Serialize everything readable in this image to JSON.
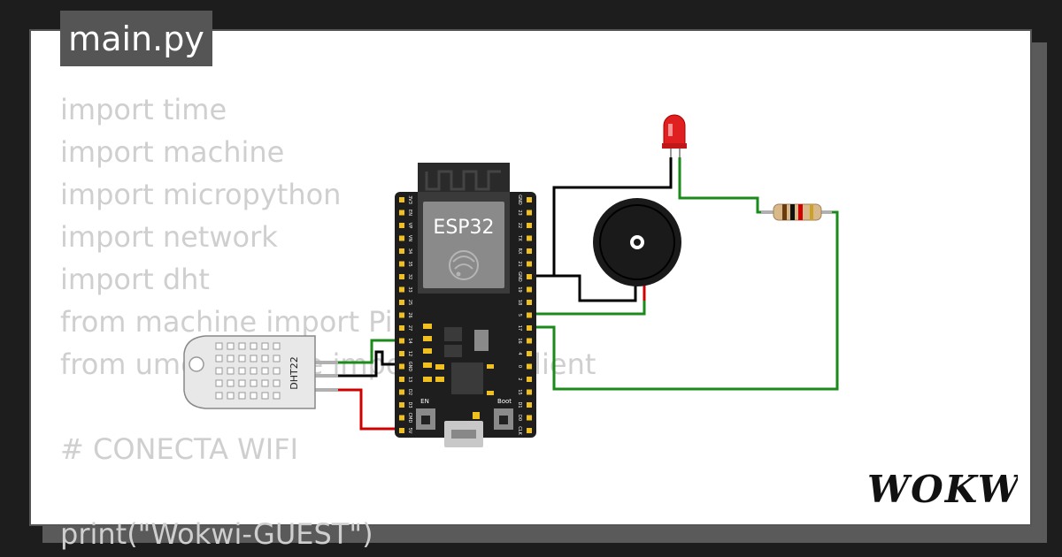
{
  "file_tab": {
    "label": "main.py"
  },
  "code_lines": [
    "import time",
    "import machine",
    "import micropython",
    "import network",
    "import dht",
    "from machine import Pin",
    "from umqtt.simple import MQTTClient",
    "",
    "# CONECTA WIFI",
    "",
    "print(\"Wokwi-GUEST\")"
  ],
  "board": {
    "label": "ESP32",
    "left_pins": [
      "3V3",
      "EN",
      "VP",
      "VN",
      "34",
      "35",
      "32",
      "33",
      "25",
      "26",
      "27",
      "14",
      "12",
      "GND",
      "13",
      "D2",
      "D3",
      "CMD",
      "5V"
    ],
    "right_pins": [
      "GND",
      "23",
      "22",
      "TX",
      "RX",
      "21",
      "GND",
      "19",
      "18",
      "5",
      "17",
      "16",
      "4",
      "0",
      "2",
      "15",
      "D1",
      "D0",
      "CLK"
    ],
    "en_button_label": "EN",
    "boot_button_label": "Boot"
  },
  "sensor": {
    "label": "DHT22"
  },
  "brand": {
    "logo": "WOKWI"
  },
  "colors": {
    "background": "#1d1d1d",
    "card": "#ffffff",
    "tab": "#555555",
    "code_text": "#cfcfcf",
    "wire_green": "#1a8a1a",
    "wire_black": "#000000",
    "wire_red": "#d00000",
    "led": "#e02020",
    "board": "#1e1e1e"
  },
  "icons": [
    "espressif-logo-icon",
    "speaker-icon",
    "led-icon",
    "resistor-icon",
    "usb-port-icon"
  ]
}
